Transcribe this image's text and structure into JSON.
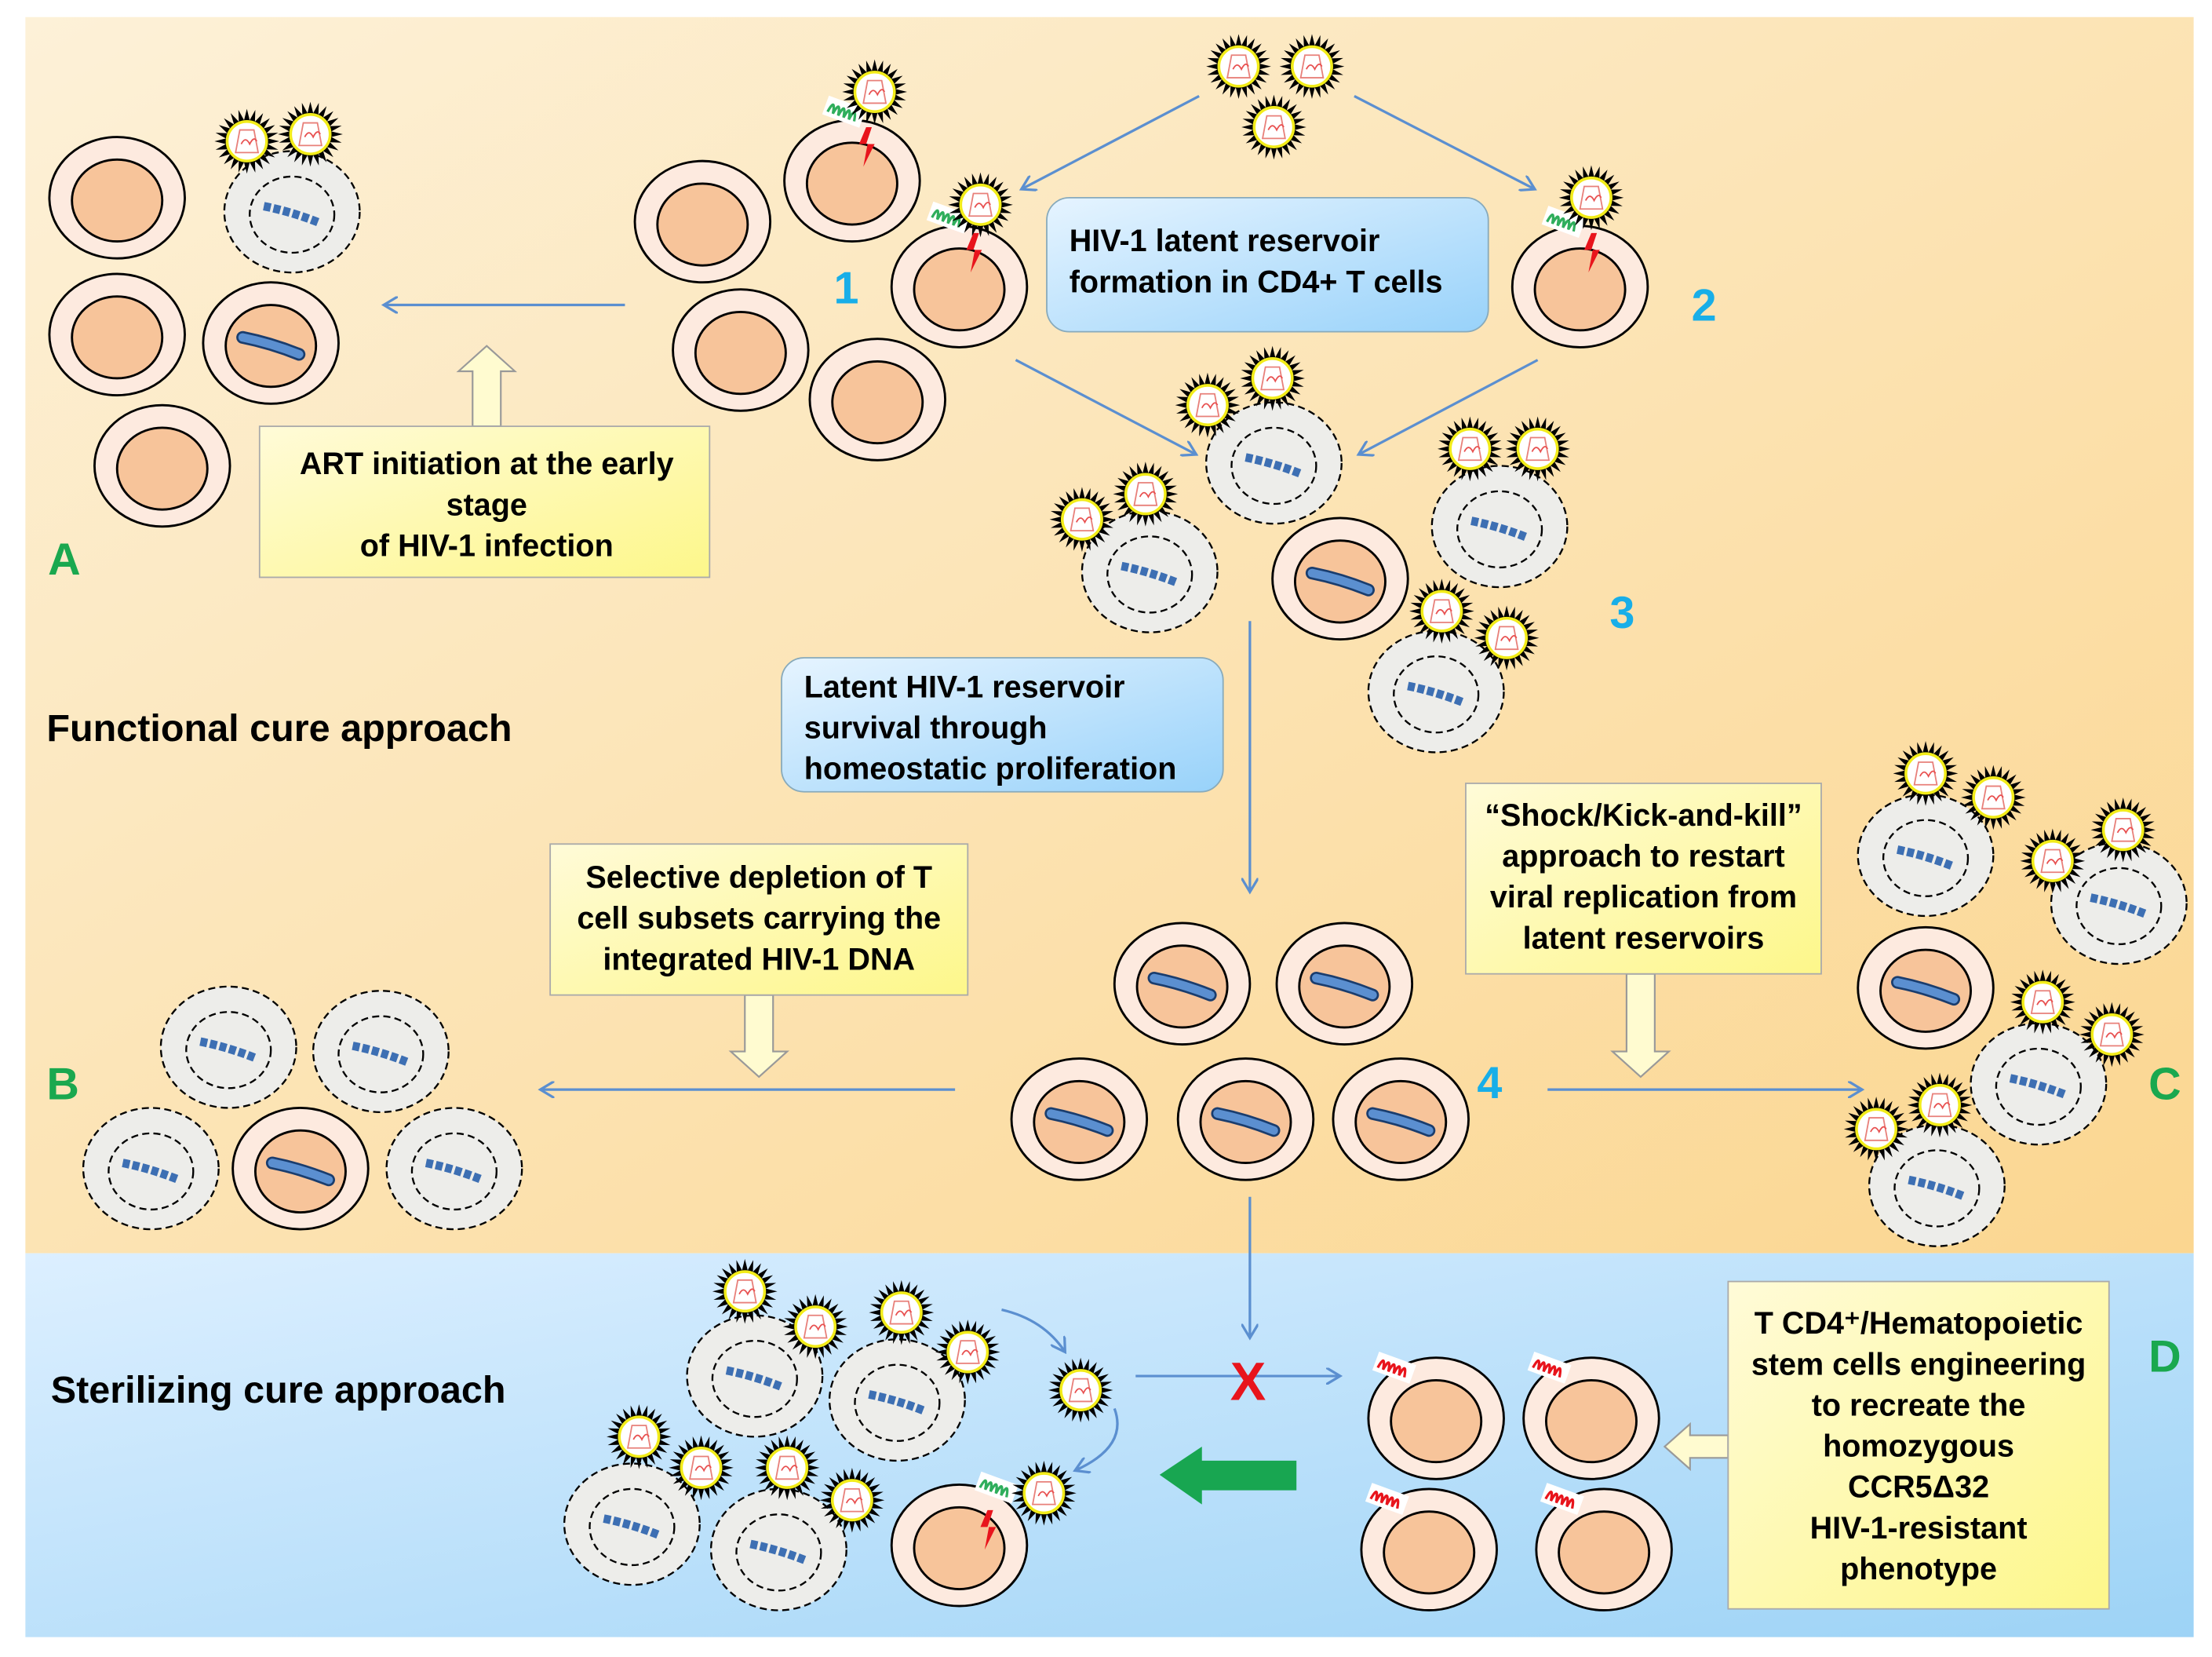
{
  "sections": {
    "functional": "Functional cure approach",
    "sterilizing": "Sterilizing cure approach"
  },
  "letters": {
    "a": "A",
    "b": "B",
    "c": "C",
    "d": "D"
  },
  "numbers": {
    "n1": "1",
    "n2": "2",
    "n3": "3",
    "n4": "4"
  },
  "boxes": {
    "latent_formation": [
      "HIV-1 latent reservoir",
      "formation in CD4+ T cells"
    ],
    "homeostatic": [
      "Latent HIV-1 reservoir",
      "survival through",
      "homeostatic proliferation"
    ],
    "art": [
      "ART initiation at the early",
      "stage",
      "of HIV-1 infection"
    ],
    "depletion": [
      "Selective depletion of T",
      "cell subsets carrying the",
      "integrated HIV-1 DNA"
    ],
    "shock_kill": [
      "“Shock/Kick-and-kill”",
      "approach to restart",
      "viral replication from",
      "latent reservoirs"
    ],
    "engineering": [
      "T CD4⁺/Hematopoietic",
      "stem cells engineering",
      "to recreate the",
      "homozygous",
      "CCR5Δ32",
      "HIV-1-resistant",
      "phenotype"
    ]
  },
  "blocked_mark": "X",
  "colors": {
    "letter_green": "#1aa84f",
    "number_blue": "#18aee8",
    "arrow_blue": "#5b8fd0",
    "blocked_red": "#e8141c",
    "top_bg": "#fce7b8",
    "bottom_bg": "#b9e0f8"
  }
}
